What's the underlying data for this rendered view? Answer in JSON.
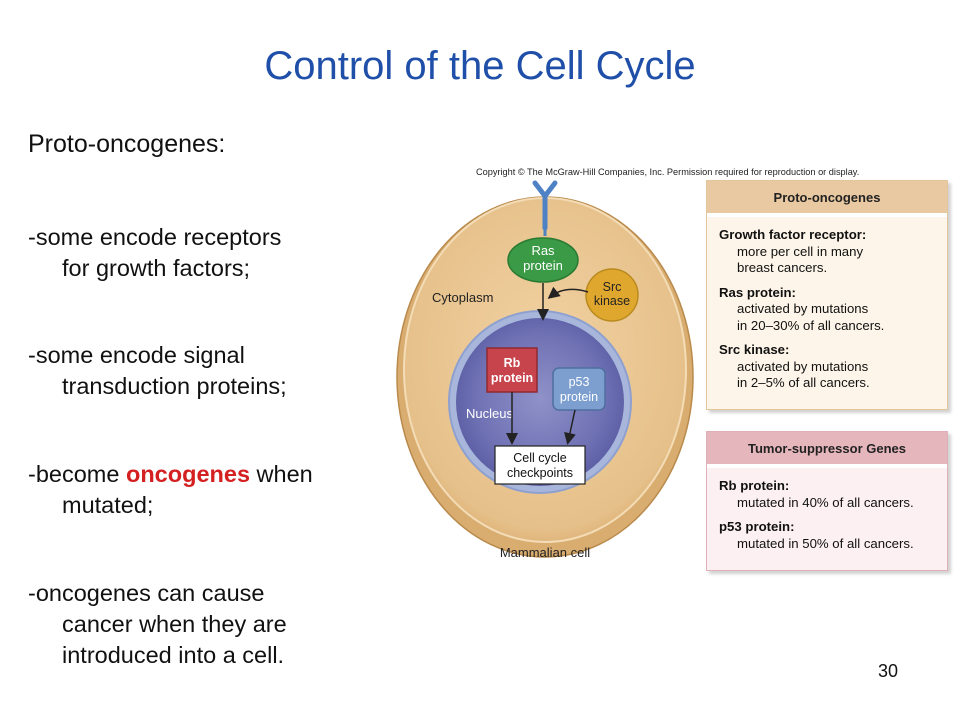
{
  "slide": {
    "title": "Control of the Cell Cycle",
    "subtitle": "Proto-oncogenes:",
    "bullets": [
      {
        "line1": "-some encode receptors",
        "line2": "for growth factors;"
      },
      {
        "line1": "-some encode signal",
        "line2": "transduction proteins;"
      },
      {
        "line1_a": "-become ",
        "line1_highlight": "oncogenes",
        "line1_b": " when",
        "line2": "mutated;"
      },
      {
        "line1": "-oncogenes can cause",
        "line2": "cancer when they are",
        "line3": "introduced into a cell."
      }
    ],
    "page_number": "30"
  },
  "figure": {
    "copyright": "Copyright © The McGraw-Hill Companies, Inc. Permission required for reproduction or display.",
    "labels": {
      "ras": [
        "Ras",
        "protein"
      ],
      "src": [
        "Src",
        "kinase"
      ],
      "cytoplasm": "Cytoplasm",
      "rb": [
        "Rb",
        "protein"
      ],
      "p53": [
        "p53",
        "protein"
      ],
      "nucleus": "Nucleus",
      "checkpoints": [
        "Cell cycle",
        "checkpoints"
      ],
      "caption": "Mammalian cell"
    },
    "proto_panel": {
      "heading": "Proto-oncogenes",
      "entries": [
        {
          "title": "Growth factor receptor:",
          "desc": [
            "more per cell in many",
            "breast cancers."
          ]
        },
        {
          "title": "Ras protein:",
          "desc": [
            "activated by mutations",
            "in 20–30% of all cancers."
          ]
        },
        {
          "title": "Src kinase:",
          "desc": [
            "activated by mutations",
            "in 2–5% of all cancers."
          ]
        }
      ]
    },
    "tumor_panel": {
      "heading": "Tumor-suppressor Genes",
      "entries": [
        {
          "title": "Rb protein:",
          "desc": [
            "mutated in 40% of all cancers."
          ]
        },
        {
          "title": "p53 protein:",
          "desc": [
            "mutated in 50% of all cancers."
          ]
        }
      ]
    },
    "colors": {
      "title": "#1f4fa8",
      "highlight": "#d42020",
      "ras": "#3a9a45",
      "src": "#e0a72e",
      "rb": "#c8444c",
      "p53": "#7c9fd0",
      "nucleus": "#6f70b5",
      "cell": "#e9c48e"
    }
  }
}
